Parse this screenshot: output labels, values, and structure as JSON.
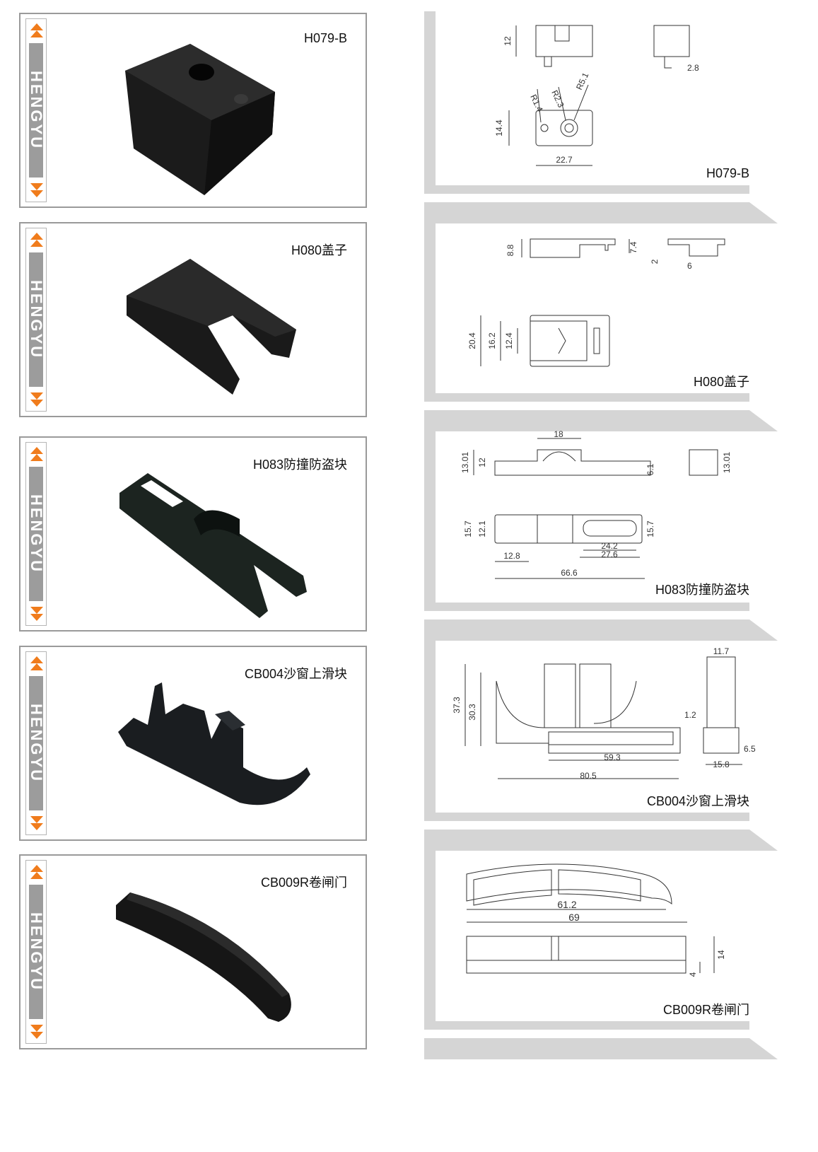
{
  "brand": "HENGYU",
  "colors": {
    "accent_orange": "#f07c1c",
    "frame_gray": "#d5d5d5",
    "card_border": "#9a9a9a"
  },
  "products": [
    {
      "code": "H079-B",
      "photo_label": "H079-B",
      "dims": [
        "12",
        "2.8",
        "R1.4",
        "R2.3",
        "R5.1",
        "14.4",
        "22.7"
      ]
    },
    {
      "code": "H080盖子",
      "photo_label": "H080盖子",
      "dims": [
        "8.8",
        "7.4",
        "2",
        "6",
        "20.4",
        "16.2",
        "12.4"
      ]
    },
    {
      "code": "H083防撞防盗块",
      "photo_label": "H083防撞防盗块",
      "dims": [
        "18",
        "13.01",
        "12",
        "6.1",
        "13.01",
        "15.7",
        "12.1",
        "15.7",
        "24.2",
        "27.6",
        "12.8",
        "66.6"
      ]
    },
    {
      "code": "CB004沙窗上滑块",
      "photo_label": "CB004沙窗上滑块",
      "dims": [
        "11.7",
        "37.3",
        "30.3",
        "1.2",
        "6.5",
        "15.8",
        "59.3",
        "80.5"
      ]
    },
    {
      "code": "CB009R卷闸门",
      "photo_label": "CB009R卷闸门",
      "dims": [
        "61.2",
        "69",
        "14",
        "4"
      ]
    }
  ]
}
